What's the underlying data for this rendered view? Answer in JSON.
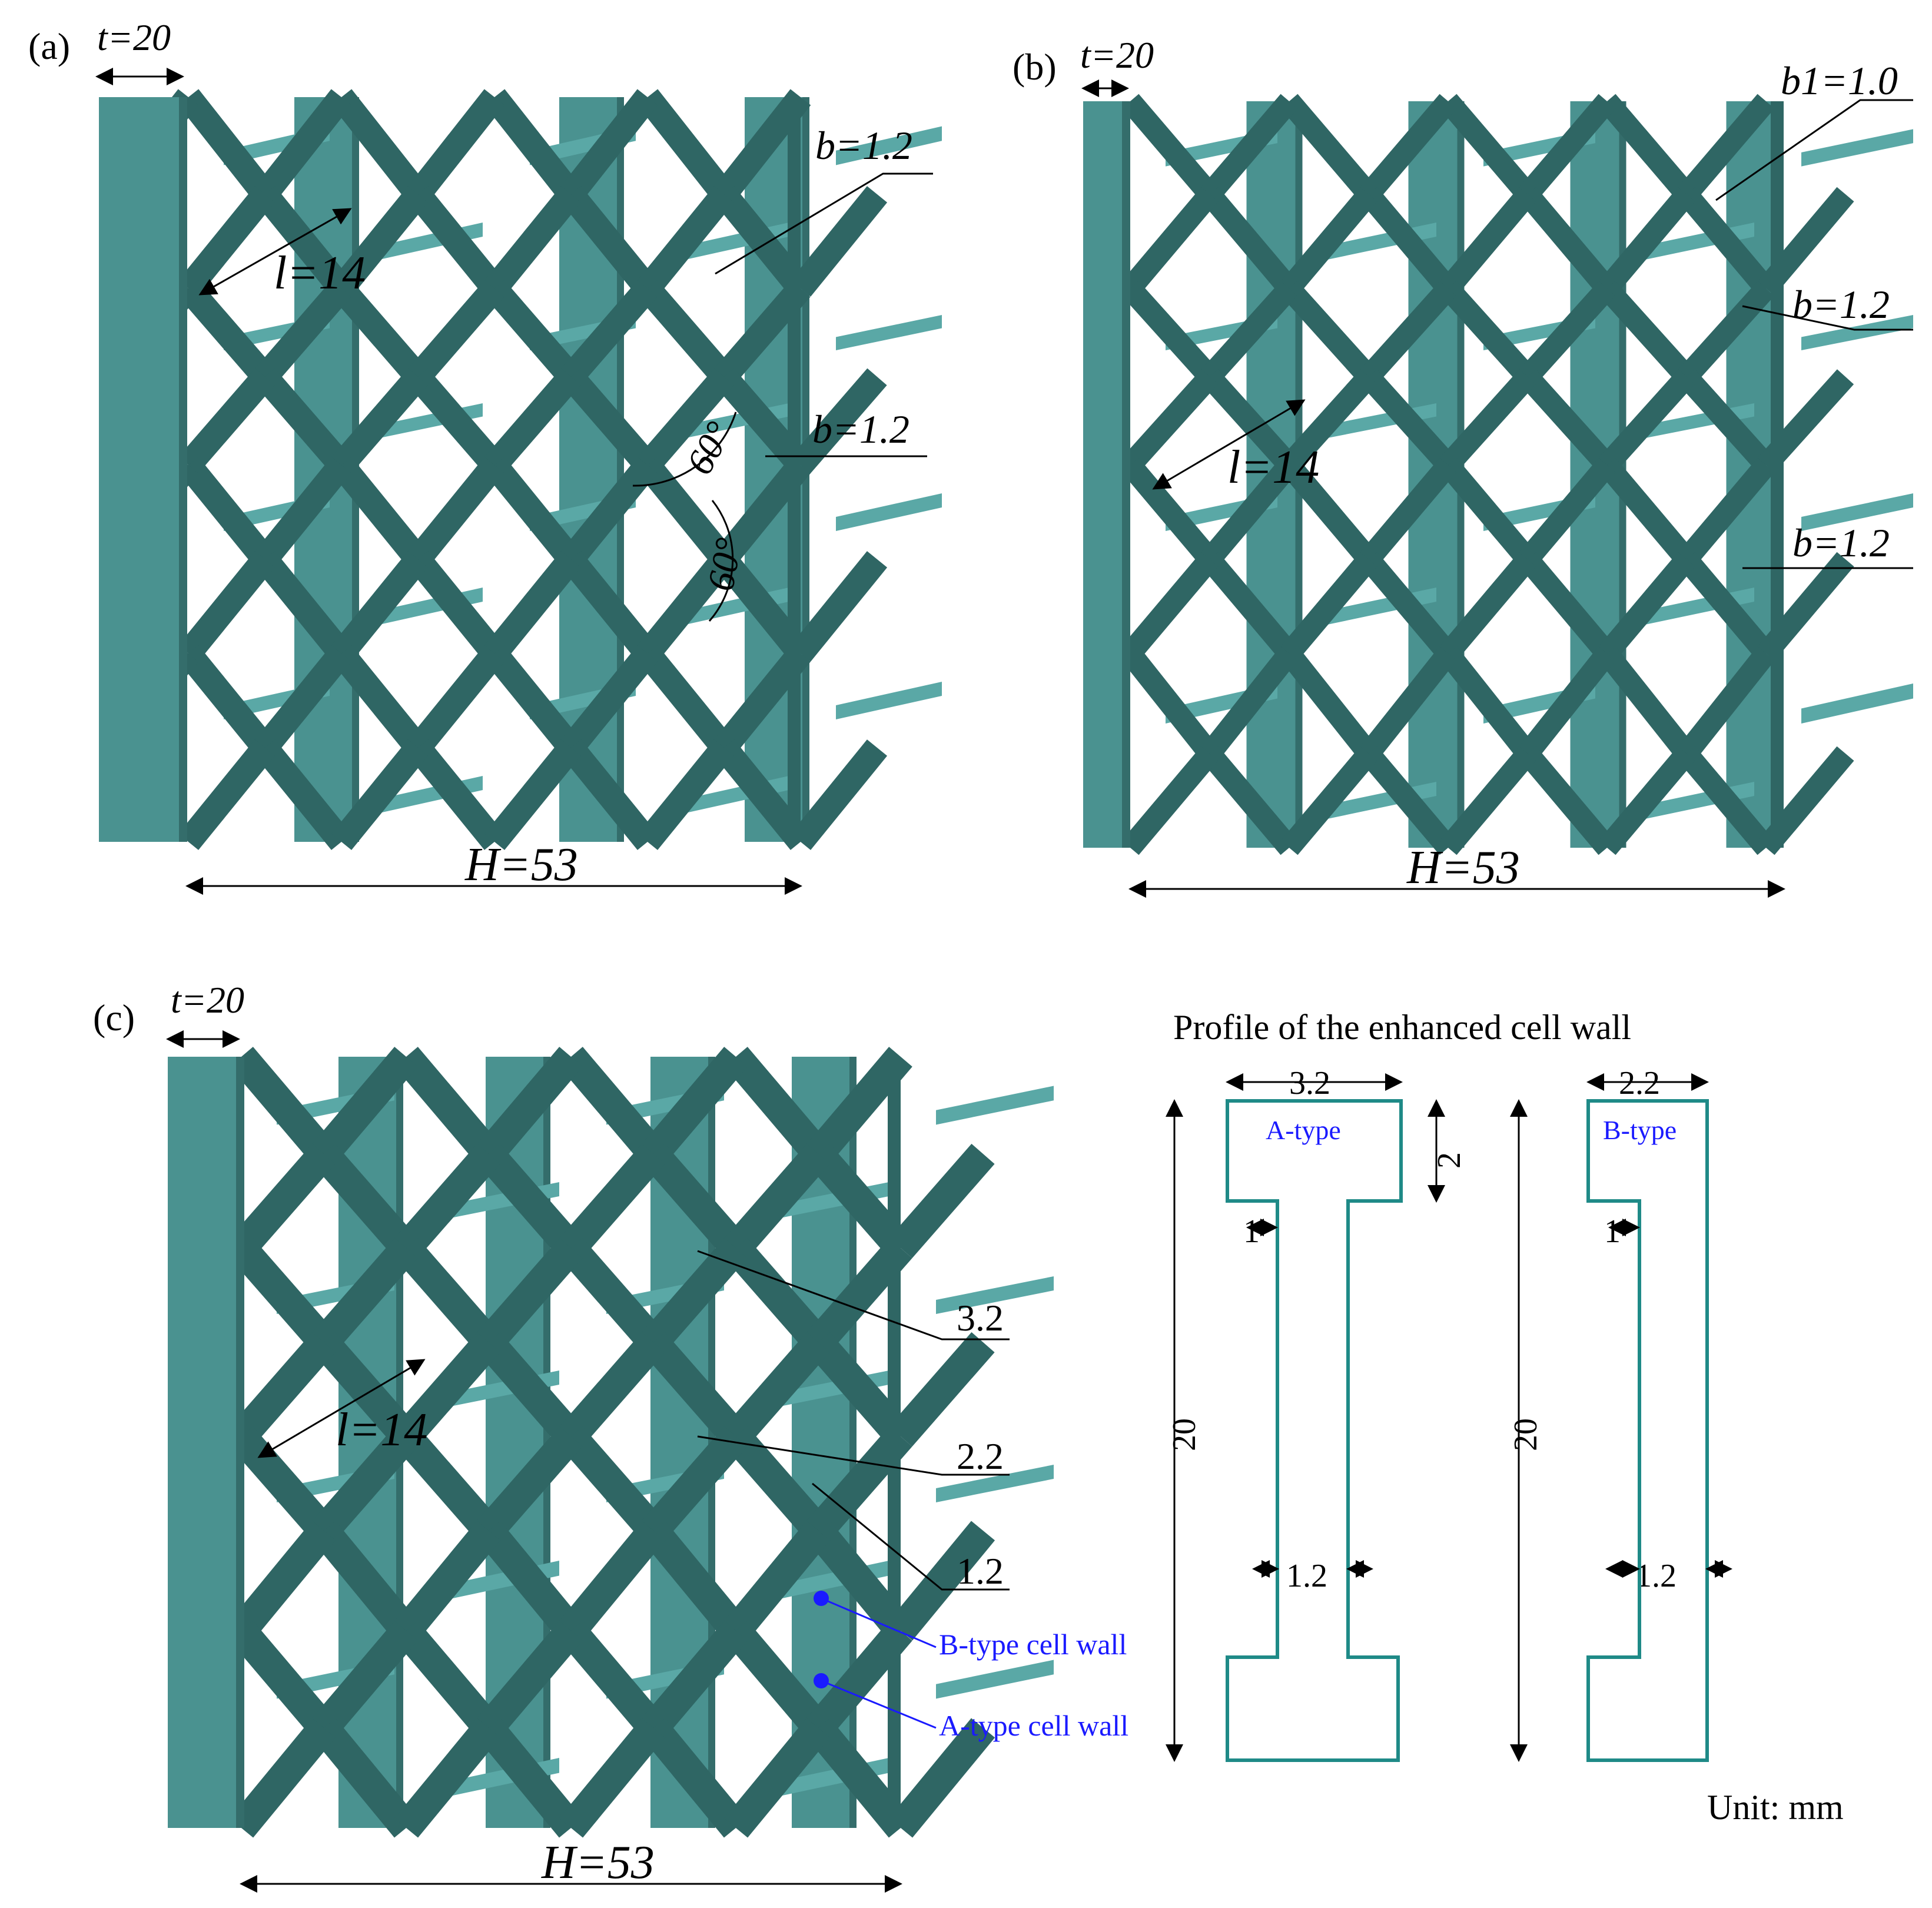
{
  "colors": {
    "panel_light": "#5aa8a6",
    "panel_mid": "#4a9290",
    "panel_dark": "#346d6b",
    "strut": "#2f6664",
    "profile_stroke": "#1f8a87",
    "annotation_blue": "#1a1aff"
  },
  "panel_a": {
    "tag": "(a)",
    "t_label": "t=20",
    "l_label": "l=14",
    "b_top_label": "b=1.2",
    "b_mid_label": "b=1.2",
    "angle1_label": "60°",
    "angle2_label": "60°",
    "h_label": "H=53"
  },
  "panel_b": {
    "tag": "(b)",
    "t_label": "t=20",
    "b1_label": "b1=1.0",
    "b_label_1": "b=1.2",
    "b_label_2": "b=1.2",
    "l_label": "l=14",
    "h_label": "H=53"
  },
  "panel_c": {
    "tag": "(c)",
    "t_label": "t=20",
    "l_label": "l=14",
    "dim_32": "3.2",
    "dim_22": "2.2",
    "dim_12": "1.2",
    "b_type_label": "B-type cell wall",
    "a_type_label": "A-type cell wall",
    "h_label": "H=53"
  },
  "profile": {
    "title": "Profile of the enhanced cell wall",
    "a_type": {
      "name": "A-type",
      "width": "3.2",
      "flange": "2",
      "step": "1",
      "web": "1.2",
      "height": "20"
    },
    "b_type": {
      "name": "B-type",
      "width": "2.2",
      "step": "1",
      "web": "1.2",
      "height": "20"
    },
    "unit": "Unit: mm"
  }
}
